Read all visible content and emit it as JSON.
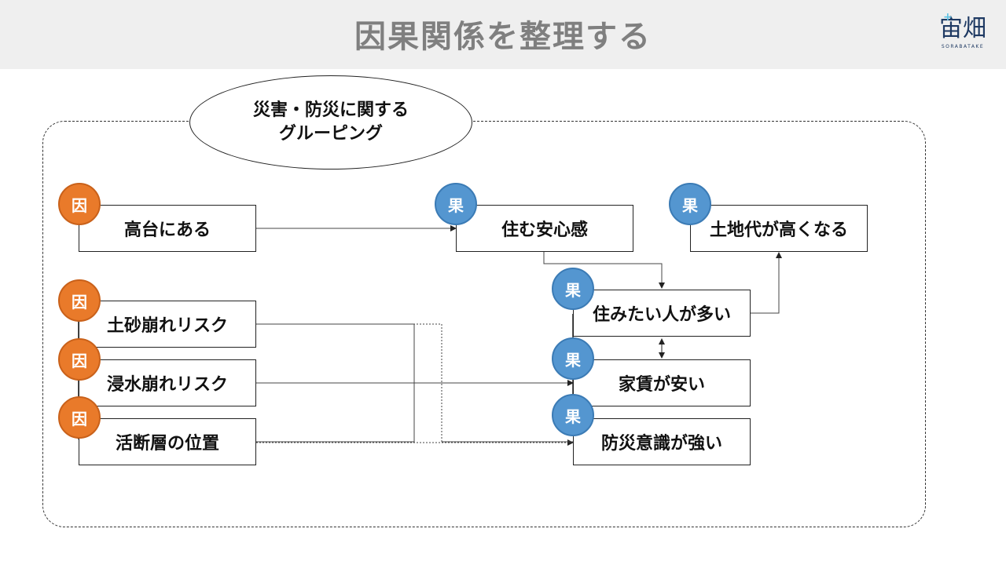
{
  "header": {
    "title": "因果関係を整理する"
  },
  "logo": {
    "main": "宙畑",
    "sub": "SORABATAKE"
  },
  "group_label": {
    "line1": "災害・防災に関する",
    "line2": "グルーピング"
  },
  "badges": {
    "cause": "因",
    "effect": "果"
  },
  "causes": [
    "高台にある",
    "土砂崩れリスク",
    "浸水崩れリスク",
    "活断層の位置"
  ],
  "effects": [
    "住む安心感",
    "土地代が高くなる",
    "住みたい人が多い",
    "家賃が安い",
    "防災意識が強い"
  ]
}
